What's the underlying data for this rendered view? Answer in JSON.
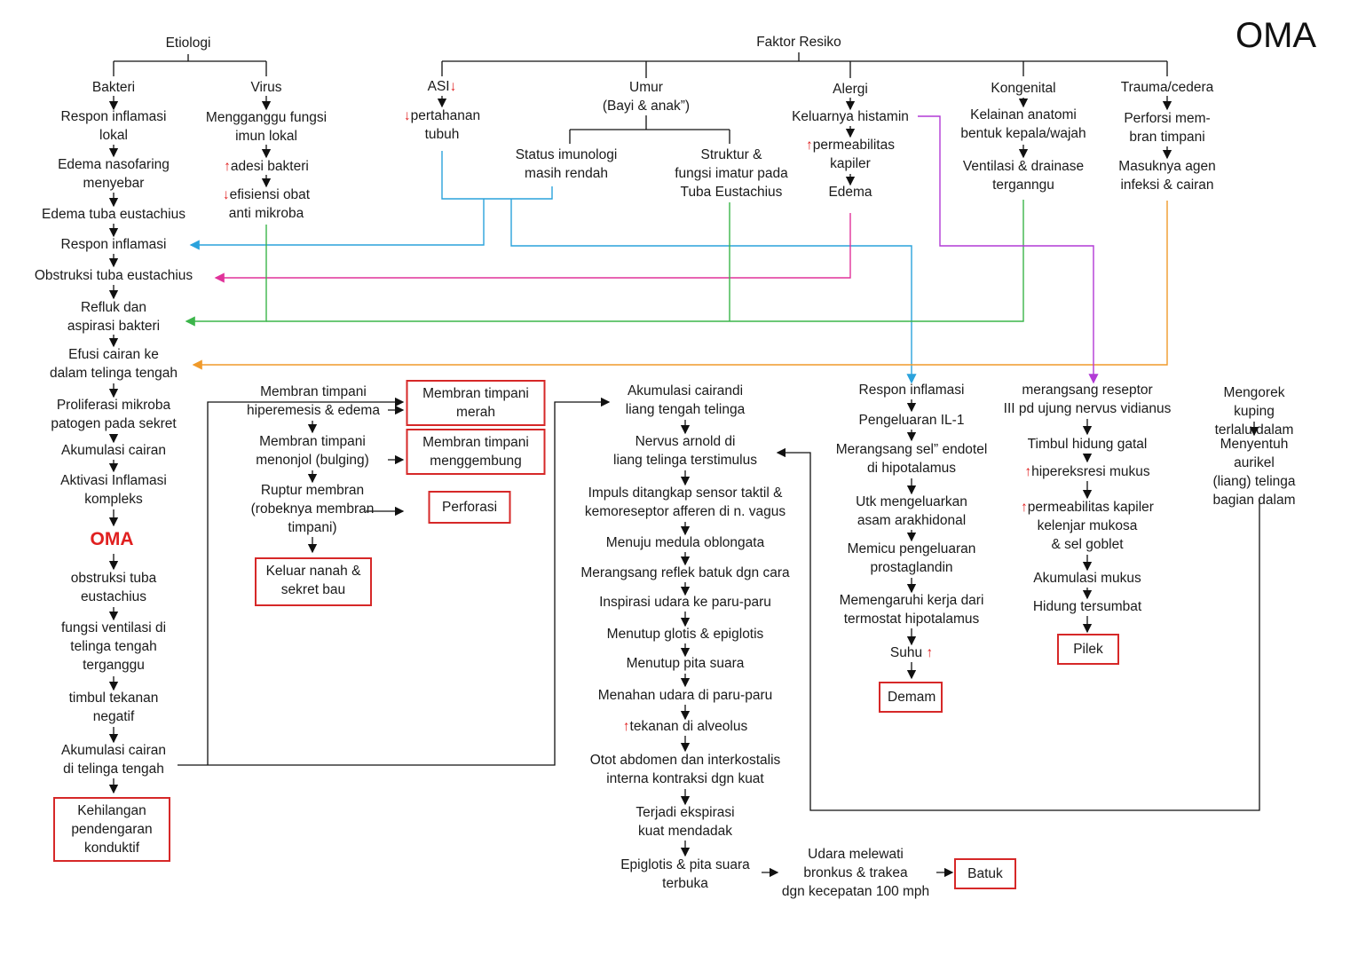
{
  "title": "OMA",
  "colors": {
    "outcome_border": "#d62828",
    "arrow_up_red": "#e02020",
    "blue_line": "#2aa2dc",
    "magenta_line": "#e0329a",
    "green_line": "#3bb54a",
    "orange_line": "#f09a2a",
    "purple_line": "#b23ad6"
  },
  "icons": [
    "arrow-up-red-icon",
    "arrow-down-red-icon",
    "down-arrow-icon",
    "right-arrow-icon"
  ],
  "etiologi": {
    "label": "Etiologi",
    "bakteri": {
      "label": "Bakteri",
      "steps": [
        "Respon inflamasi\nlokal",
        "Edema nasofaring\nmenyebar",
        "Edema tuba eustachius"
      ]
    },
    "virus": {
      "label": "Virus",
      "steps": [
        "Mengganggu fungsi\nimun lokal",
        "adesi bakteri",
        "efisiensi obat\nanti mikroba"
      ]
    }
  },
  "main_chain": [
    "Respon inflamasi",
    "Obstruksi tuba eustachius",
    "Refluk dan\naspirasi bakteri",
    "Efusi cairan ke\ndalam telinga tengah",
    "Proliferasi mikroba\npatogen pada sekret",
    "Akumulasi cairan",
    "Aktivasi Inflamasi\nkompleks"
  ],
  "oma_label": "OMA",
  "after_oma": [
    "obstruksi tuba\neustachius",
    "fungsi ventilasi di\ntelinga tengah\nterganggu",
    "timbul tekanan\nnegatif",
    "Akumulasi cairan\ndi telinga tengah"
  ],
  "outcome_hearing": "Kehilangan\npendengaran\nkonduktif",
  "faktor_resiko": {
    "label": "Faktor Resiko",
    "asi": {
      "label": "ASI",
      "step": "pertahanan\ntubuh"
    },
    "umur": {
      "label": "Umur\n(Bayi & anak”)",
      "left": "Status imunologi\nmasih rendah",
      "right": "Struktur &\nfungsi imatur pada\nTuba Eustachius"
    },
    "alergi": {
      "label": "Alergi",
      "steps": [
        "Keluarnya histamin",
        "permeabilitas\nkapiler",
        "Edema"
      ]
    },
    "kongenital": {
      "label": "Kongenital",
      "steps": [
        "Kelainan anatomi\nbentuk kepala/wajah",
        "Ventilasi & drainase\nterganngu"
      ]
    },
    "trauma": {
      "label": "Trauma/cedera",
      "steps": [
        "Perforsi mem-\nbran timpani",
        "Masuknya agen\ninfeksi & cairan"
      ]
    }
  },
  "membran": {
    "steps": [
      "Membran timpani\nhiperemesis & edema",
      "Membran timpani\nmenonjol (bulging)",
      "Ruptur membran\n(robeknya membran\ntimpani)"
    ],
    "outcomes": [
      "Membran timpani\nmerah",
      "Membran timpani\nmenggembung",
      "Perforasi",
      "Keluar nanah &\nsekret bau"
    ]
  },
  "batuk_chain": [
    "Akumulasi cairandi\nliang tengah telinga",
    "Nervus arnold di\nliang telinga terstimulus",
    "Impuls ditangkap sensor taktil &\nkemoreseptor afferen di n. vagus",
    "Menuju medula oblongata",
    "Merangsang reflek batuk dgn cara",
    "Inspirasi udara ke paru-paru",
    "Menutup glotis & epiglotis",
    "Menutup pita suara",
    "Menahan udara di paru-paru",
    "tekanan di alveolus",
    "Otot abdomen dan interkostalis\ninterna kontraksi dgn kuat",
    "Terjadi ekspirasi\nkuat mendadak",
    "Epiglotis & pita suara\nterbuka"
  ],
  "batuk_tail": "Udara melewati\nbronkus & trakea\ndgn kecepatan 100 mph",
  "batuk_outcome": "Batuk",
  "demam_chain": [
    "Respon inflamasi",
    "Pengeluaran IL-1",
    "Merangsang sel” endotel\ndi hipotalamus",
    "Utk mengeluarkan\nasam arakhidonal",
    "Memicu pengeluaran\nprostaglandin",
    "Memengaruhi kerja dari\ntermostat hipotalamus",
    "Suhu"
  ],
  "demam_outcome": "Demam",
  "pilek_chain": [
    "merangsang reseptor\nIII pd ujung nervus vidianus",
    "Timbul hidung gatal",
    "hipereksresi mukus",
    "permeabilitas kapiler\nkelenjar mukosa\n& sel goblet",
    "Akumulasi mukus",
    "Hidung tersumbat"
  ],
  "pilek_outcome": "Pilek",
  "kuping_chain": [
    "Mengorek kuping\nterlalu dalam",
    "Menyentuh aurikel\n(liang) telinga\nbagian dalam"
  ]
}
